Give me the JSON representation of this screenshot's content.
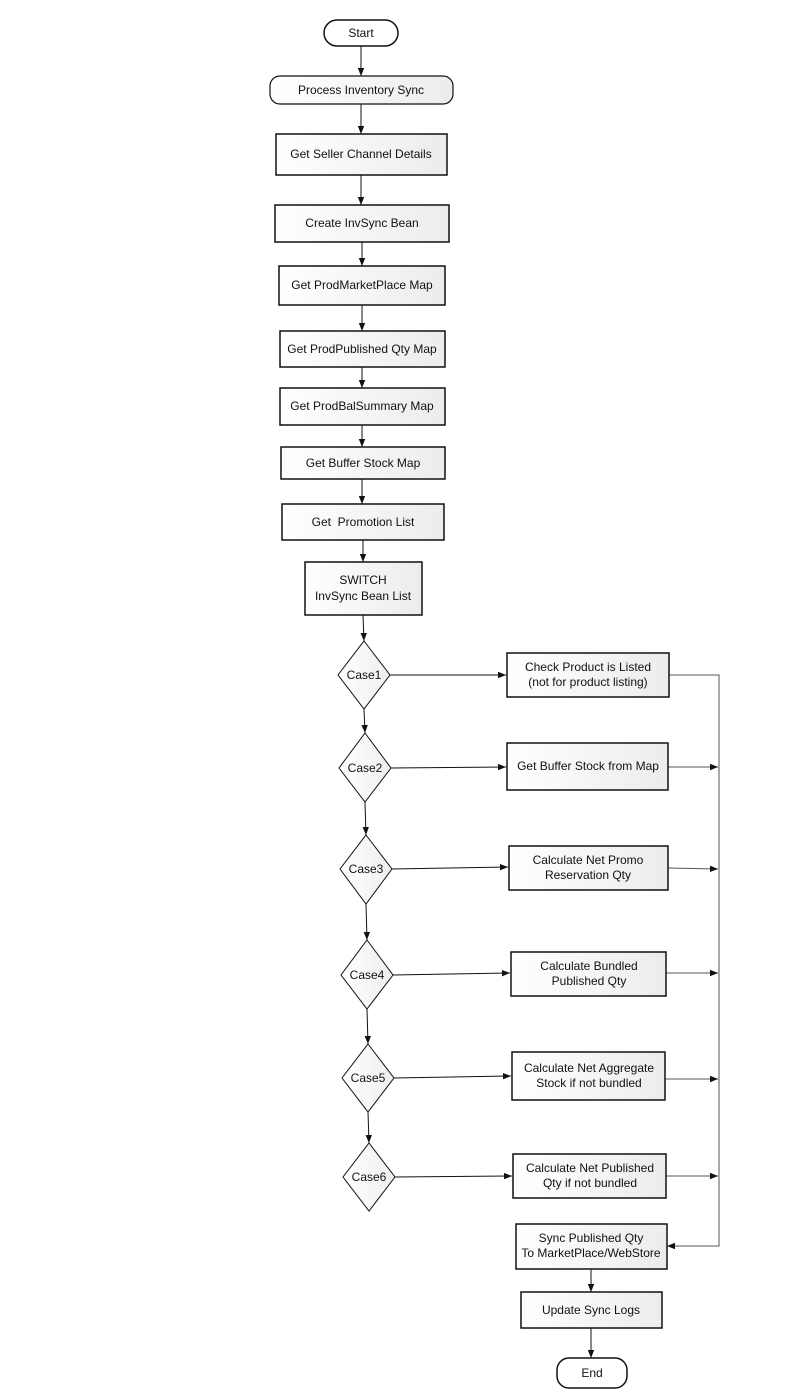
{
  "diagram": {
    "start": "Start",
    "process_inventory_sync": "Process Inventory Sync",
    "get_seller_channel_details": "Get Seller Channel Details",
    "create_invsync_bean": "Create InvSync Bean",
    "get_prodmarketplace_map": "Get ProdMarketPlace Map",
    "get_prodpublished_qty_map": "Get ProdPublished Qty Map",
    "get_prodbalsummary_map": "Get ProdBalSummary Map",
    "get_buffer_stock_map": "Get Buffer Stock Map",
    "get_promotion_list": "Get  Promotion List",
    "switch": {
      "line1": "SWITCH",
      "line2": "InvSync Bean List"
    },
    "cases": [
      {
        "label": "Case1",
        "action": {
          "line1": "Check Product is Listed",
          "line2": "(not for product listing)"
        }
      },
      {
        "label": "Case2",
        "action": {
          "line1": "Get Buffer Stock from Map",
          "line2": ""
        }
      },
      {
        "label": "Case3",
        "action": {
          "line1": "Calculate Net Promo",
          "line2": "Reservation Qty"
        }
      },
      {
        "label": "Case4",
        "action": {
          "line1": "Calculate Bundled",
          "line2": "Published Qty"
        }
      },
      {
        "label": "Case5",
        "action": {
          "line1": "Calculate Net Aggregate",
          "line2": "Stock if not bundled"
        }
      },
      {
        "label": "Case6",
        "action": {
          "line1": "Calculate Net Published",
          "line2": "Qty if not bundled"
        }
      }
    ],
    "sync_published_qty": {
      "line1": "Sync Published Qty",
      "line2": "To MarketPlace/WebStore"
    },
    "update_sync_logs": "Update Sync Logs",
    "end": "End"
  }
}
